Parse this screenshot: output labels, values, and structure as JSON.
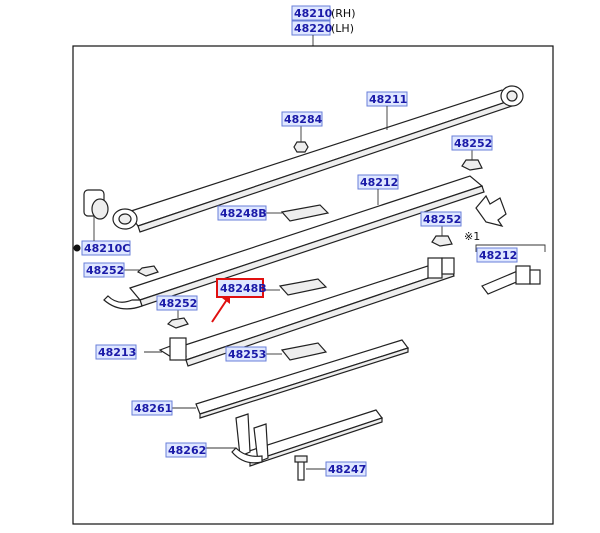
{
  "header": {
    "rh_code": "48210",
    "rh_suffix": "(RH)",
    "lh_code": "48220",
    "lh_suffix": "(LH)"
  },
  "callouts": {
    "p48211": "48211",
    "p48284": "48284",
    "p48252_top": "48252",
    "p48212_main": "48212",
    "p48248B_upper": "48248B",
    "p48252_mid": "48252",
    "p48210C": "48210C",
    "p48252_left": "48252",
    "p48248B_highlight": "48248B",
    "p48252_lower": "48252",
    "p48213": "48213",
    "p48253": "48253",
    "p48261": "48261",
    "p48262": "48262",
    "p48247": "48247",
    "p48212_inset": "48212"
  },
  "inset": {
    "note_mark": "※1"
  },
  "colors": {
    "label_text": "#1a1aa8",
    "label_fill": "#dfe7ff",
    "highlight": "#e01010"
  }
}
